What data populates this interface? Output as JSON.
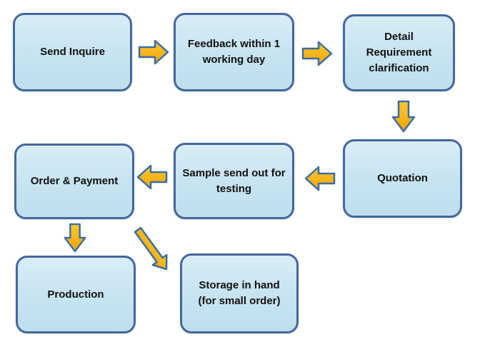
{
  "diagram": {
    "title": "Order process flowchart",
    "background_color": "#ffffff",
    "colors": {
      "node_fill": "#c9e4f0",
      "node_border": "#44689c",
      "arrow_fill": "#fbb216",
      "arrow_border": "#3a6ea5",
      "text": "#111111"
    },
    "nodes": [
      {
        "id": "send-inquire",
        "label": "Send Inquire"
      },
      {
        "id": "feedback",
        "label": "Feedback within 1\nworking day"
      },
      {
        "id": "detail-requirement",
        "label": "Detail\nRequirement\nclarification"
      },
      {
        "id": "quotation",
        "label": "Quotation"
      },
      {
        "id": "sample-send-out",
        "label": "Sample send out for\ntesting"
      },
      {
        "id": "order-payment",
        "label": "Order & Payment"
      },
      {
        "id": "production",
        "label": "Production"
      },
      {
        "id": "storage-in-hand",
        "label": "Storage in hand\n(for small order)"
      }
    ],
    "edges": [
      {
        "from": "send-inquire",
        "to": "feedback",
        "direction": "right"
      },
      {
        "from": "feedback",
        "to": "detail-requirement",
        "direction": "right"
      },
      {
        "from": "detail-requirement",
        "to": "quotation",
        "direction": "down"
      },
      {
        "from": "quotation",
        "to": "sample-send-out",
        "direction": "left"
      },
      {
        "from": "sample-send-out",
        "to": "order-payment",
        "direction": "left"
      },
      {
        "from": "order-payment",
        "to": "production",
        "direction": "down"
      },
      {
        "from": "order-payment",
        "to": "storage-in-hand",
        "direction": "down-right"
      }
    ]
  }
}
